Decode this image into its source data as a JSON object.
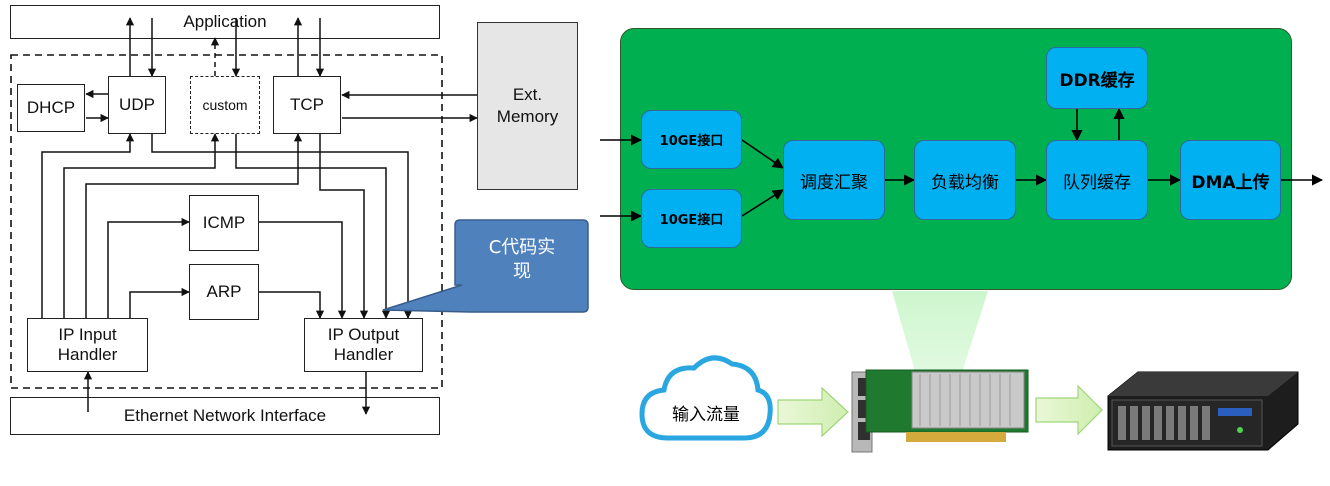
{
  "left_diagram": {
    "application": "Application",
    "dhcp": "DHCP",
    "udp": "UDP",
    "custom": "custom",
    "tcp": "TCP",
    "ext_memory": "Ext.\nMemory",
    "icmp": "ICMP",
    "arp": "ARP",
    "ip_input": "IP Input\nHandler",
    "ip_output": "IP Output\nHandler",
    "ethernet": "Ethernet Network Interface"
  },
  "callout": {
    "text": "C代码实\n现",
    "color": "#4f81bd"
  },
  "pipeline": {
    "port1": "10GE接口",
    "port2": "10GE接口",
    "aggregate": "调度汇聚",
    "load_balance": "负载均衡",
    "queue": "队列缓存",
    "ddr": "DDR缓存",
    "dma": "DMA上传",
    "background_color": "#00b050",
    "block_color": "#00b0f0"
  },
  "bottom": {
    "cloud_label": "输入流量"
  }
}
